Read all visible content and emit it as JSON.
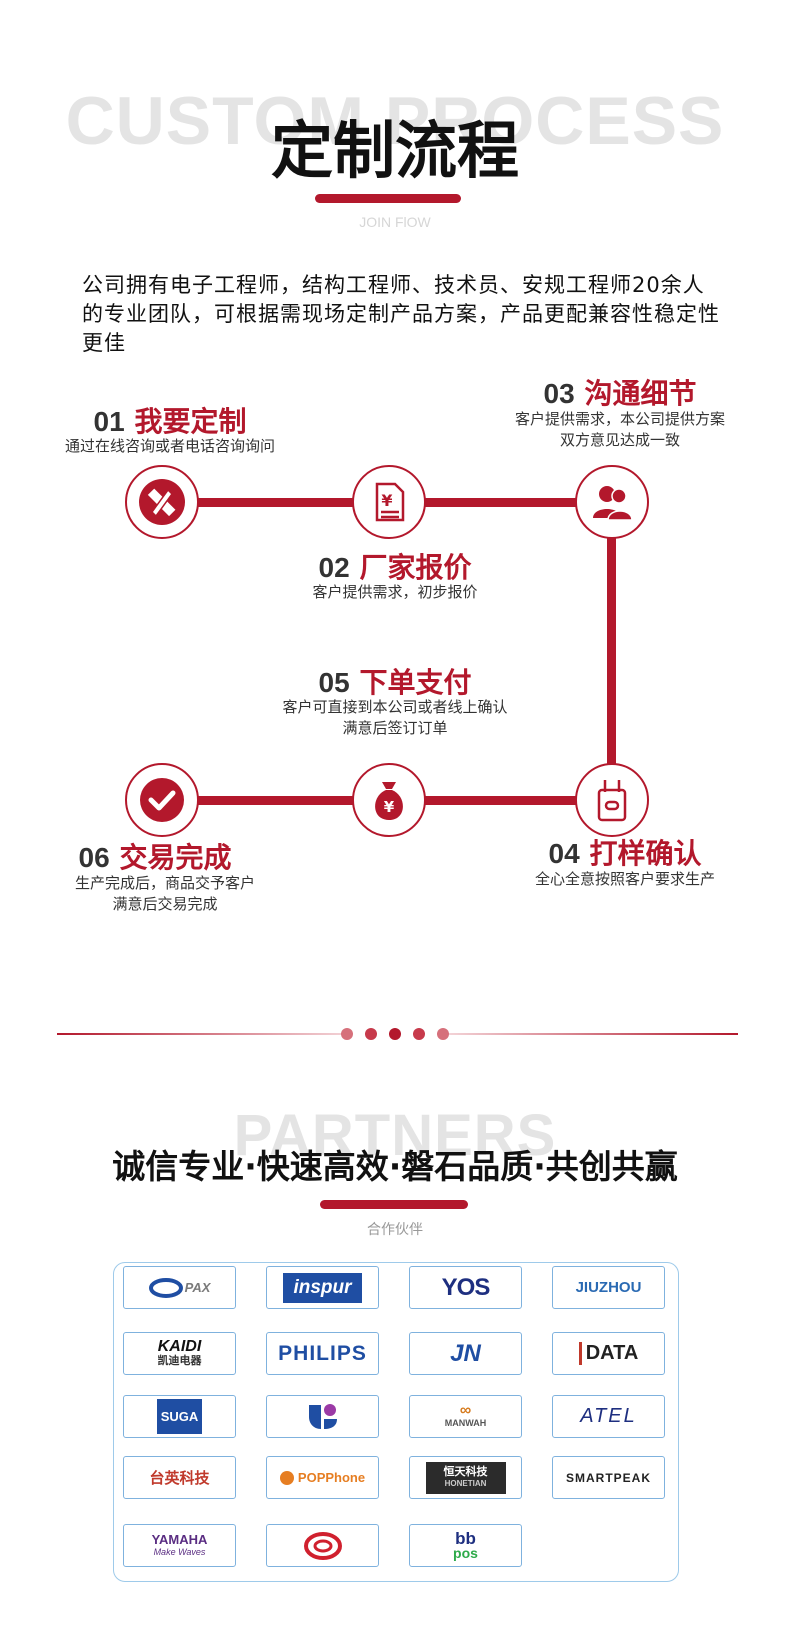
{
  "process": {
    "ghost_title": "CUSTOM PROCESS",
    "title": "定制流程",
    "subtitle": "JOIN FlOW",
    "intro": "公司拥有电子工程师，结构工程师、技术员、安规工程师20余人的专业团队，可根据需现场定制产品方案，产品更配兼容性稳定性更佳",
    "steps": [
      {
        "num": "01",
        "name": "我要定制",
        "desc": [
          "通过在线咨询或者电话咨询询问"
        ],
        "icon": "pencil-ruler-icon"
      },
      {
        "num": "02",
        "name": "厂家报价",
        "desc": [
          "客户提供需求，初步报价"
        ],
        "icon": "quote-document-icon"
      },
      {
        "num": "03",
        "name": "沟通细节",
        "desc": [
          "客户提供需求，本公司提供方案",
          "双方意见达成一致"
        ],
        "icon": "users-icon"
      },
      {
        "num": "04",
        "name": "打样确认",
        "desc": [
          "全心全意按照客户要求生产"
        ],
        "icon": "sample-device-icon"
      },
      {
        "num": "05",
        "name": "下单支付",
        "desc": [
          "客户可直接到本公司或者线上确认",
          "满意后签订订单"
        ],
        "icon": "money-bag-icon"
      },
      {
        "num": "06",
        "name": "交易完成",
        "desc": [
          "生产完成后，商品交予客户",
          "满意后交易完成"
        ],
        "icon": "check-icon"
      }
    ]
  },
  "partners": {
    "ghost_title": "PARTNERS",
    "title": "诚信专业·快速高效·磐石品质·共创共赢",
    "subtitle": "合作伙伴",
    "logos": [
      {
        "name": "PAX"
      },
      {
        "name": "inspur"
      },
      {
        "name": "YOS"
      },
      {
        "name": "JIUZHOU"
      },
      {
        "name": "KAIDI",
        "sub": "凯迪电器"
      },
      {
        "name": "PHILIPS"
      },
      {
        "name": "JN"
      },
      {
        "name": "DATA"
      },
      {
        "name": "SUGA"
      },
      {
        "name": ""
      },
      {
        "name": "MANWAH"
      },
      {
        "name": "ATEL"
      },
      {
        "name": "台英科技"
      },
      {
        "name": "POPPhone"
      },
      {
        "name": "恒天科技",
        "sub": "HONETIAN"
      },
      {
        "name": "SMARTPEAK"
      },
      {
        "name": "YAMAHA",
        "sub": "Make Waves"
      },
      {
        "name": ""
      },
      {
        "name": "bb",
        "sub": "pos"
      }
    ]
  },
  "colors": {
    "accent": "#b3182c",
    "border": "#7fb2de"
  }
}
